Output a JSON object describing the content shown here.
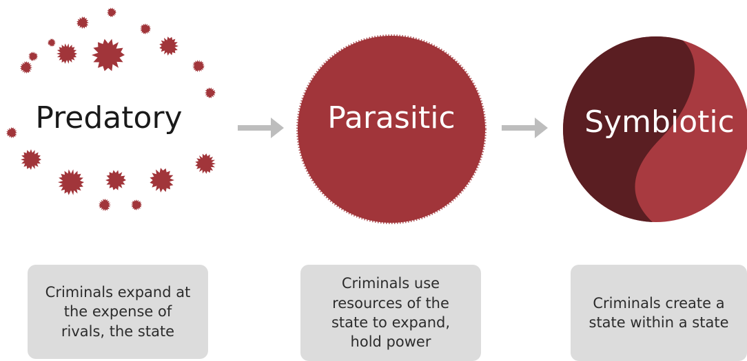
{
  "colors": {
    "blob": "#a1353a",
    "blob_dark": "#5a1e22",
    "blob_light": "#a83a40",
    "arrow": "#bdbdbd",
    "box": "#dcdcdc",
    "text_dark": "#1a1a1a",
    "text_light": "#ffffff"
  },
  "stages": [
    {
      "label": "Predatory",
      "description": "Criminals expand at\nthe expense of\nrivals, the state",
      "icon": "scattered-blobs-icon"
    },
    {
      "label": "Parasitic",
      "description": "Criminals use\nresources of the\nstate to expand,\nhold power",
      "icon": "filled-circle-icon"
    },
    {
      "label": "Symbiotic",
      "description": "Criminals create a\nstate within a state",
      "icon": "yin-yang-circle-icon"
    }
  ],
  "arrows": [
    "arrow-right-icon",
    "arrow-right-icon"
  ]
}
